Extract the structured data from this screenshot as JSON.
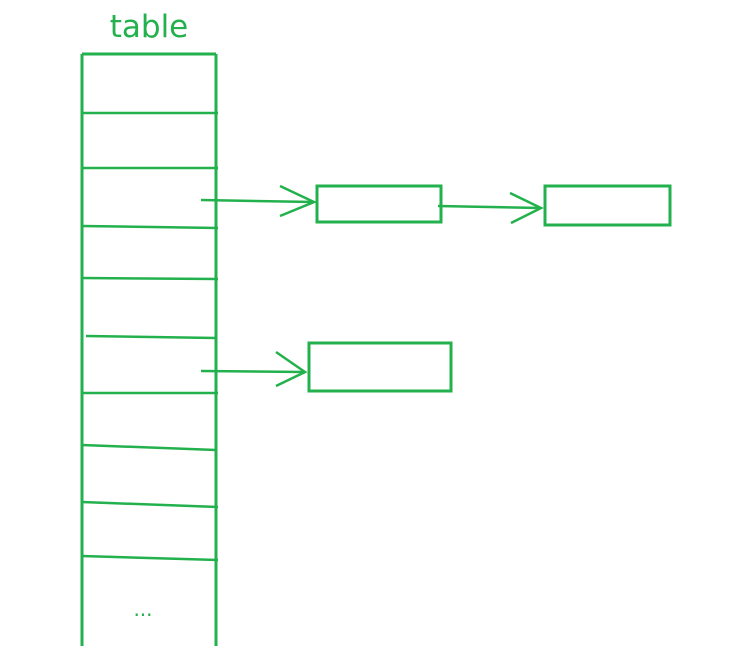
{
  "diagram": {
    "title": "table",
    "ellipsis": "...",
    "stroke_color": "#22b14c",
    "text_color": "#22b14c",
    "background": "#ffffff",
    "table": {
      "slot_count": 11
    },
    "links": [
      {
        "from_slot": 3,
        "chain_length": 2
      },
      {
        "from_slot": 6,
        "chain_length": 1
      }
    ]
  }
}
